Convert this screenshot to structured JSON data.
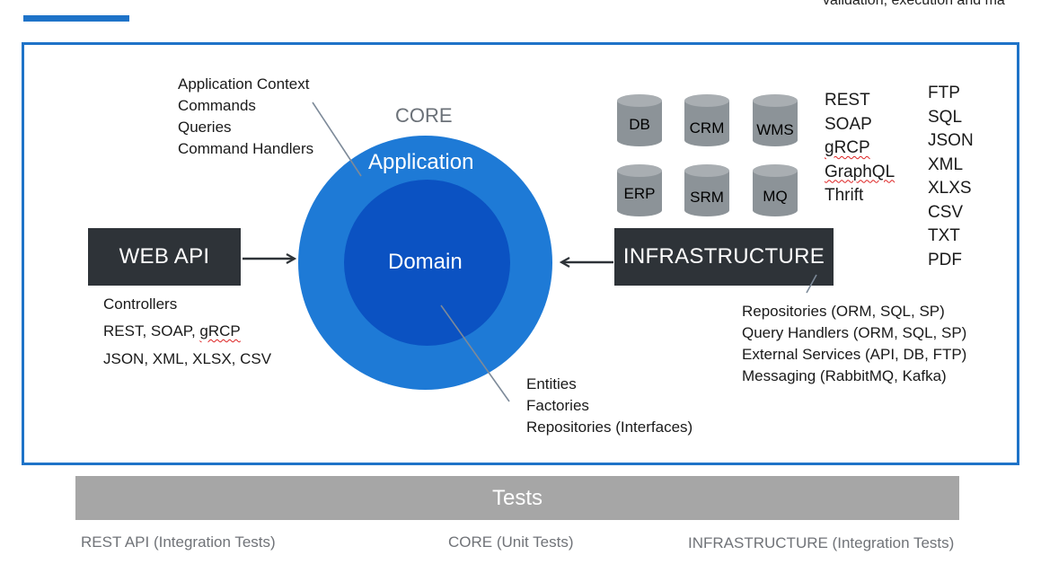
{
  "top_partial_text": "validation, execution and ma",
  "core": {
    "label": "CORE",
    "application_label": "Application",
    "domain_label": "Domain",
    "application_items": [
      "Application Context",
      "Commands",
      "Queries",
      "Command Handlers"
    ],
    "domain_items": [
      "Entities",
      "Factories",
      "Repositories (Interfaces)"
    ]
  },
  "web_api": {
    "label": "WEB API",
    "items": [
      "Controllers",
      "REST, SOAP, ",
      "JSON, XML, XLSX, CSV"
    ],
    "squiggle_word": "gRCP"
  },
  "infrastructure": {
    "label": "INFRASTRUCTURE",
    "items": [
      "Repositories (ORM, SQL, SP)",
      "Query Handlers (ORM, SQL, SP)",
      "External Services (API, DB, FTP)",
      "Messaging (RabbitMQ, Kafka)"
    ]
  },
  "databases": [
    "DB",
    "CRM",
    "WMS",
    "ERP",
    "SRM",
    "MQ"
  ],
  "protocols": [
    "REST",
    "SOAP",
    "gRCP",
    "GraphQL",
    "Thrift"
  ],
  "formats": [
    "FTP",
    "SQL",
    "JSON",
    "XML",
    "XLXS",
    "CSV",
    "TXT",
    "PDF"
  ],
  "tests": {
    "label": "Tests",
    "footer": [
      "REST API (Integration Tests)",
      "CORE (Unit Tests)",
      "INFRASTRUCTURE (Integration Tests)"
    ]
  },
  "colors": {
    "accent": "#1e73c8",
    "outer_circle": "#1e7ad6",
    "inner_circle": "#0b52c2",
    "dark_box": "#2e3338",
    "cylinder": "#8c9398",
    "tests_bar": "#a6a6a6"
  }
}
